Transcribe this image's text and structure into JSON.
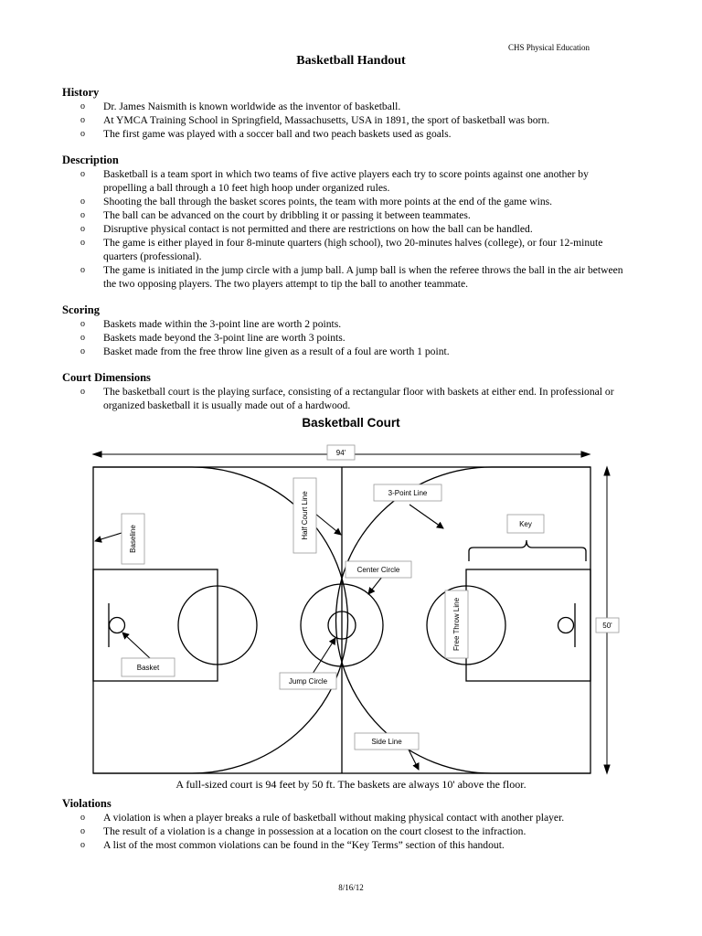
{
  "header": {
    "department": "CHS Physical Education",
    "title": "Basketball Handout"
  },
  "sections": {
    "history": {
      "heading": "History",
      "items": [
        "Dr. James Naismith is known worldwide as the inventor of basketball.",
        "At YMCA Training School in Springfield, Massachusetts, USA in 1891, the sport of basketball was born.",
        "The first game was played with a soccer ball and two peach baskets used as goals."
      ]
    },
    "description": {
      "heading": "Description",
      "items": [
        "Basketball is a team sport in which two teams of five active players each try to score points against one another by propelling a ball through a 10 feet high hoop under organized rules.",
        "Shooting the ball through the basket scores points, the team with more points at the end of the game wins.",
        "The ball can be advanced on the court by dribbling it or passing it between teammates.",
        "Disruptive physical contact is not permitted and there are restrictions on how the ball can be handled.",
        "The game is either played in four 8-minute quarters (high school), two 20-minutes halves (college), or four 12-minute quarters (professional).",
        "The game is initiated in the jump circle with a jump ball.  A jump ball is when the referee throws the ball in the air between the two opposing players.  The two players attempt to tip the ball to another teammate."
      ]
    },
    "scoring": {
      "heading": "Scoring",
      "items": [
        "Baskets made within the 3-point line are worth 2 points.",
        "Baskets made beyond the 3-point line are worth 3 points.",
        "Basket made from the free throw line given as a result of a foul are worth 1 point."
      ]
    },
    "court_dimensions": {
      "heading": "Court Dimensions",
      "items": [
        "The basketball court is the playing surface, consisting of a rectangular floor with baskets at either end. In professional or organized basketball it is usually made out of a hardwood."
      ]
    },
    "violations": {
      "heading": "Violations",
      "items": [
        "A violation is when a player breaks a rule of basketball without making physical contact with another player.",
        "The result of a violation is a change in possession at a location on the court closest to the infraction.",
        "A list of the most common violations can be found in the “Key Terms” section of this handout."
      ]
    }
  },
  "bullet_symbol": "o",
  "court_diagram": {
    "title": "Basketball Court",
    "length_label": "94'",
    "width_label": "50'",
    "labels": {
      "baseline": "Baseline",
      "half_court_line": "Half Court Line",
      "three_point_line": "3-Point Line",
      "key": "Key",
      "center_circle": "Center Circle",
      "free_throw_line": "Free Throw Line",
      "basket": "Basket",
      "jump_circle": "Jump Circle",
      "side_line": "Side Line"
    },
    "caption": "A full-sized court is 94 feet by 50 ft.  The baskets are always 10' above the floor."
  },
  "footer": {
    "date": "8/16/12"
  }
}
